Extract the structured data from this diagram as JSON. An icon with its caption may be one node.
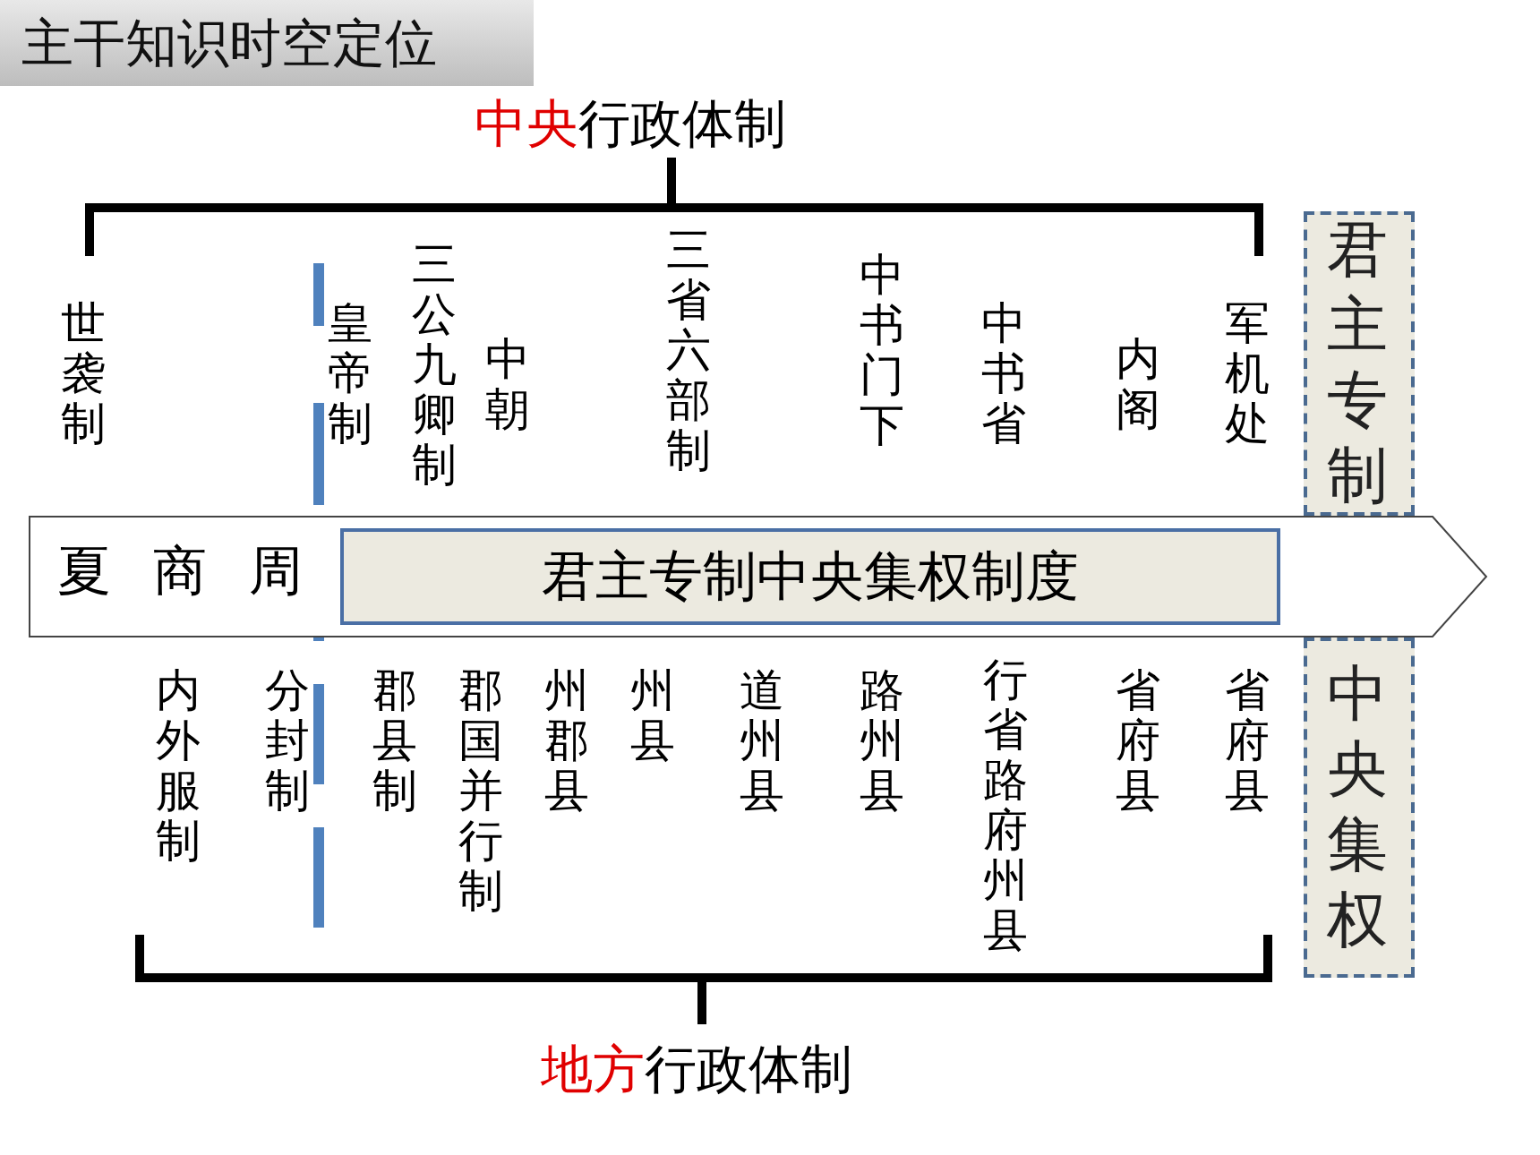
{
  "diagram": {
    "title": "主干知识时空定位",
    "nodes": [
      {
        "text": [
          "君主专制"
        ]
      },
      {
        "text": [
          "夏 商 周"
        ]
      },
      {
        "text": [
          "君主专制中央集权制度"
        ],
        "in": 1
      },
      {
        "text": [
          "中央集权"
        ]
      }
    ],
    "edges": [],
    "labels": [
      "**中央**行政体制",
      "世袭制",
      "皇帝制",
      "三公九卿制",
      "中朝",
      "三省六部制",
      "中书门下",
      "中书省",
      "内阁",
      "军机处",
      "内外服制",
      "分封制",
      "郡县制",
      "郡国并行制",
      "州郡县",
      "州县",
      "道州县",
      "路州县",
      "行省路府州县",
      "省府县",
      "省府县",
      "**地方**行政体制"
    ]
  }
}
